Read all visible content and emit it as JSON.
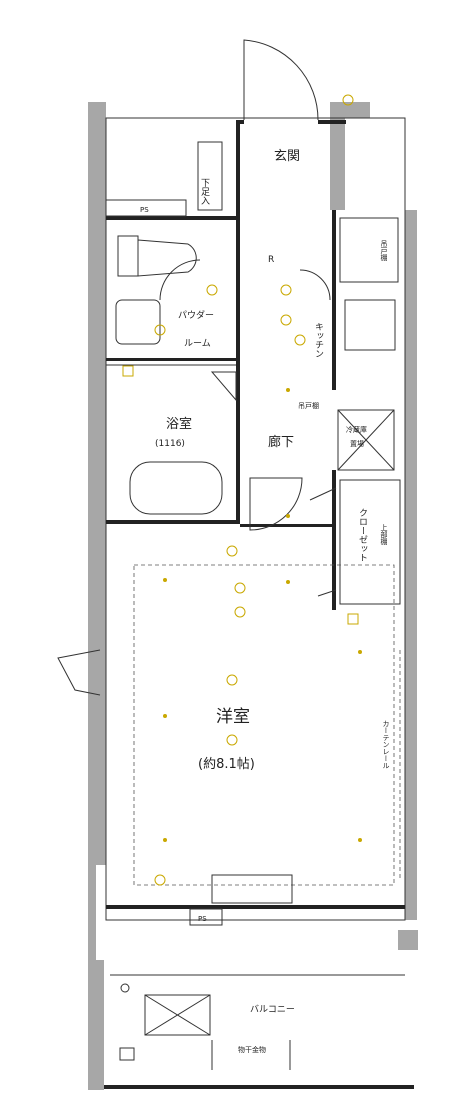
{
  "labels": {
    "entrance": "玄関",
    "shoe_box": "下足入",
    "ps_top": "PS",
    "ps_bottom": "PS",
    "powder_room_1": "パウダー",
    "powder_room_2": "ルーム",
    "kitchen": "キッチン",
    "bathroom": "浴室",
    "bathroom_size": "(1116)",
    "hallway": "廊下",
    "closet": "クローゼット",
    "fridge_1": "冷蔵庫",
    "fridge_2": "置場",
    "hanging_cupboard_1": "吊戸棚",
    "hanging_cupboard_2": "吊戸棚",
    "upper_shelf": "上部棚",
    "western_room": "洋室",
    "western_room_size": "(約8.1帖)",
    "curtain_rail": "カーテンレール",
    "balcony": "バルコニー",
    "drying_hardware": "物干金物",
    "cabinet_symbol": "R"
  },
  "colors": {
    "outer_wall": "#a7a7a7",
    "walls": "#222222",
    "fixture_symbols": "#c9a800"
  }
}
